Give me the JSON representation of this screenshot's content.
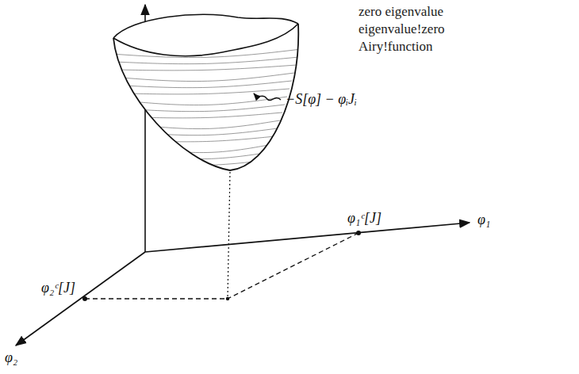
{
  "diagram": {
    "labels": [
      "zero eigenvalue",
      "eigenvalue!zero",
      "Airy!function",
      "−S[φ] − φᵢJᵢ",
      "φ₁ᶜ[J]",
      "φ₁",
      "φ₂ᶜ[J]",
      "φ₂"
    ]
  }
}
